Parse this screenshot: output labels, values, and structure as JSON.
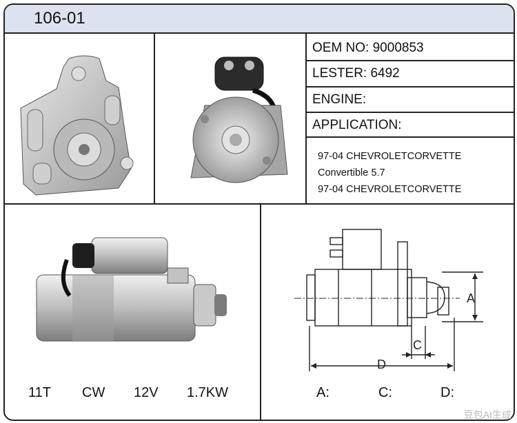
{
  "header": {
    "title": "106-01"
  },
  "info": {
    "oem": "OEM NO: 9000853",
    "lester": "LESTER: 6492",
    "engine": "ENGINE:",
    "application": "APPLICATION:",
    "application_lines": [
      "97-04 CHEVROLETCORVETTE",
      "Convertible 5.7",
      "97-04 CHEVROLETCORVETTE"
    ]
  },
  "specs": {
    "teeth": "11T",
    "rotation": "CW",
    "voltage": "12V",
    "power": "1.7KW"
  },
  "dimensions": {
    "a_label": "A",
    "c_label": "C",
    "d_label": "D",
    "a_field": "A:",
    "c_field": "C:",
    "d_field": "D:"
  },
  "watermark": "豆包AI生成"
}
